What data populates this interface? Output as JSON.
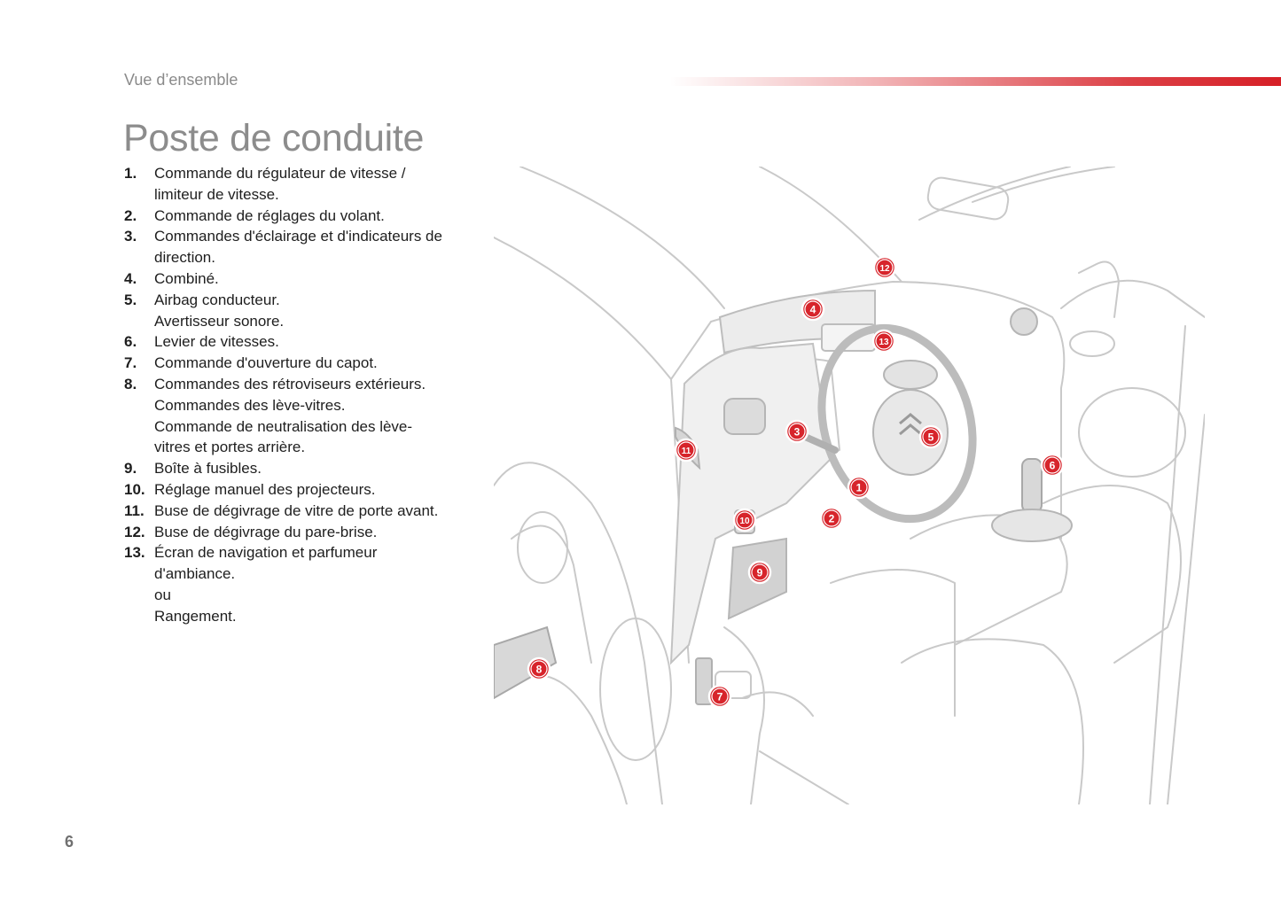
{
  "header": {
    "section_label": "Vue d’ensemble"
  },
  "page": {
    "title": "Poste de conduite",
    "number": "6"
  },
  "items": [
    {
      "num": "1.",
      "lines": [
        "Commande du régulateur de vitesse /",
        "limiteur de vitesse."
      ]
    },
    {
      "num": "2.",
      "lines": [
        "Commande de réglages du volant."
      ]
    },
    {
      "num": "3.",
      "lines": [
        "Commandes d'éclairage et d'indicateurs de",
        "direction."
      ]
    },
    {
      "num": "4.",
      "lines": [
        "Combiné."
      ]
    },
    {
      "num": "5.",
      "lines": [
        "Airbag conducteur.",
        "Avertisseur sonore."
      ]
    },
    {
      "num": "6.",
      "lines": [
        "Levier de vitesses."
      ]
    },
    {
      "num": "7.",
      "lines": [
        "Commande d'ouverture du capot."
      ]
    },
    {
      "num": "8.",
      "lines": [
        "Commandes des rétroviseurs extérieurs.",
        "Commandes des lève-vitres.",
        "Commande de neutralisation des lève-",
        "vitres et portes arrière."
      ]
    },
    {
      "num": "9.",
      "lines": [
        "Boîte à fusibles."
      ]
    },
    {
      "num": "10.",
      "lines": [
        "Réglage manuel des projecteurs."
      ]
    },
    {
      "num": "11.",
      "lines": [
        "Buse de dégivrage de vitre de porte avant."
      ]
    },
    {
      "num": "12.",
      "lines": [
        "Buse de dégivrage du pare-brise."
      ]
    },
    {
      "num": "13.",
      "lines": [
        "Écran de navigation et parfumeur",
        "d'ambiance.",
        "ou",
        "Rangement."
      ]
    }
  ],
  "callouts": [
    "1",
    "2",
    "3",
    "4",
    "5",
    "6",
    "7",
    "8",
    "9",
    "10",
    "11",
    "12",
    "13"
  ],
  "colors": {
    "accent": "#d61f26",
    "title": "#8c8c8c",
    "label": "#8a8a8a"
  }
}
